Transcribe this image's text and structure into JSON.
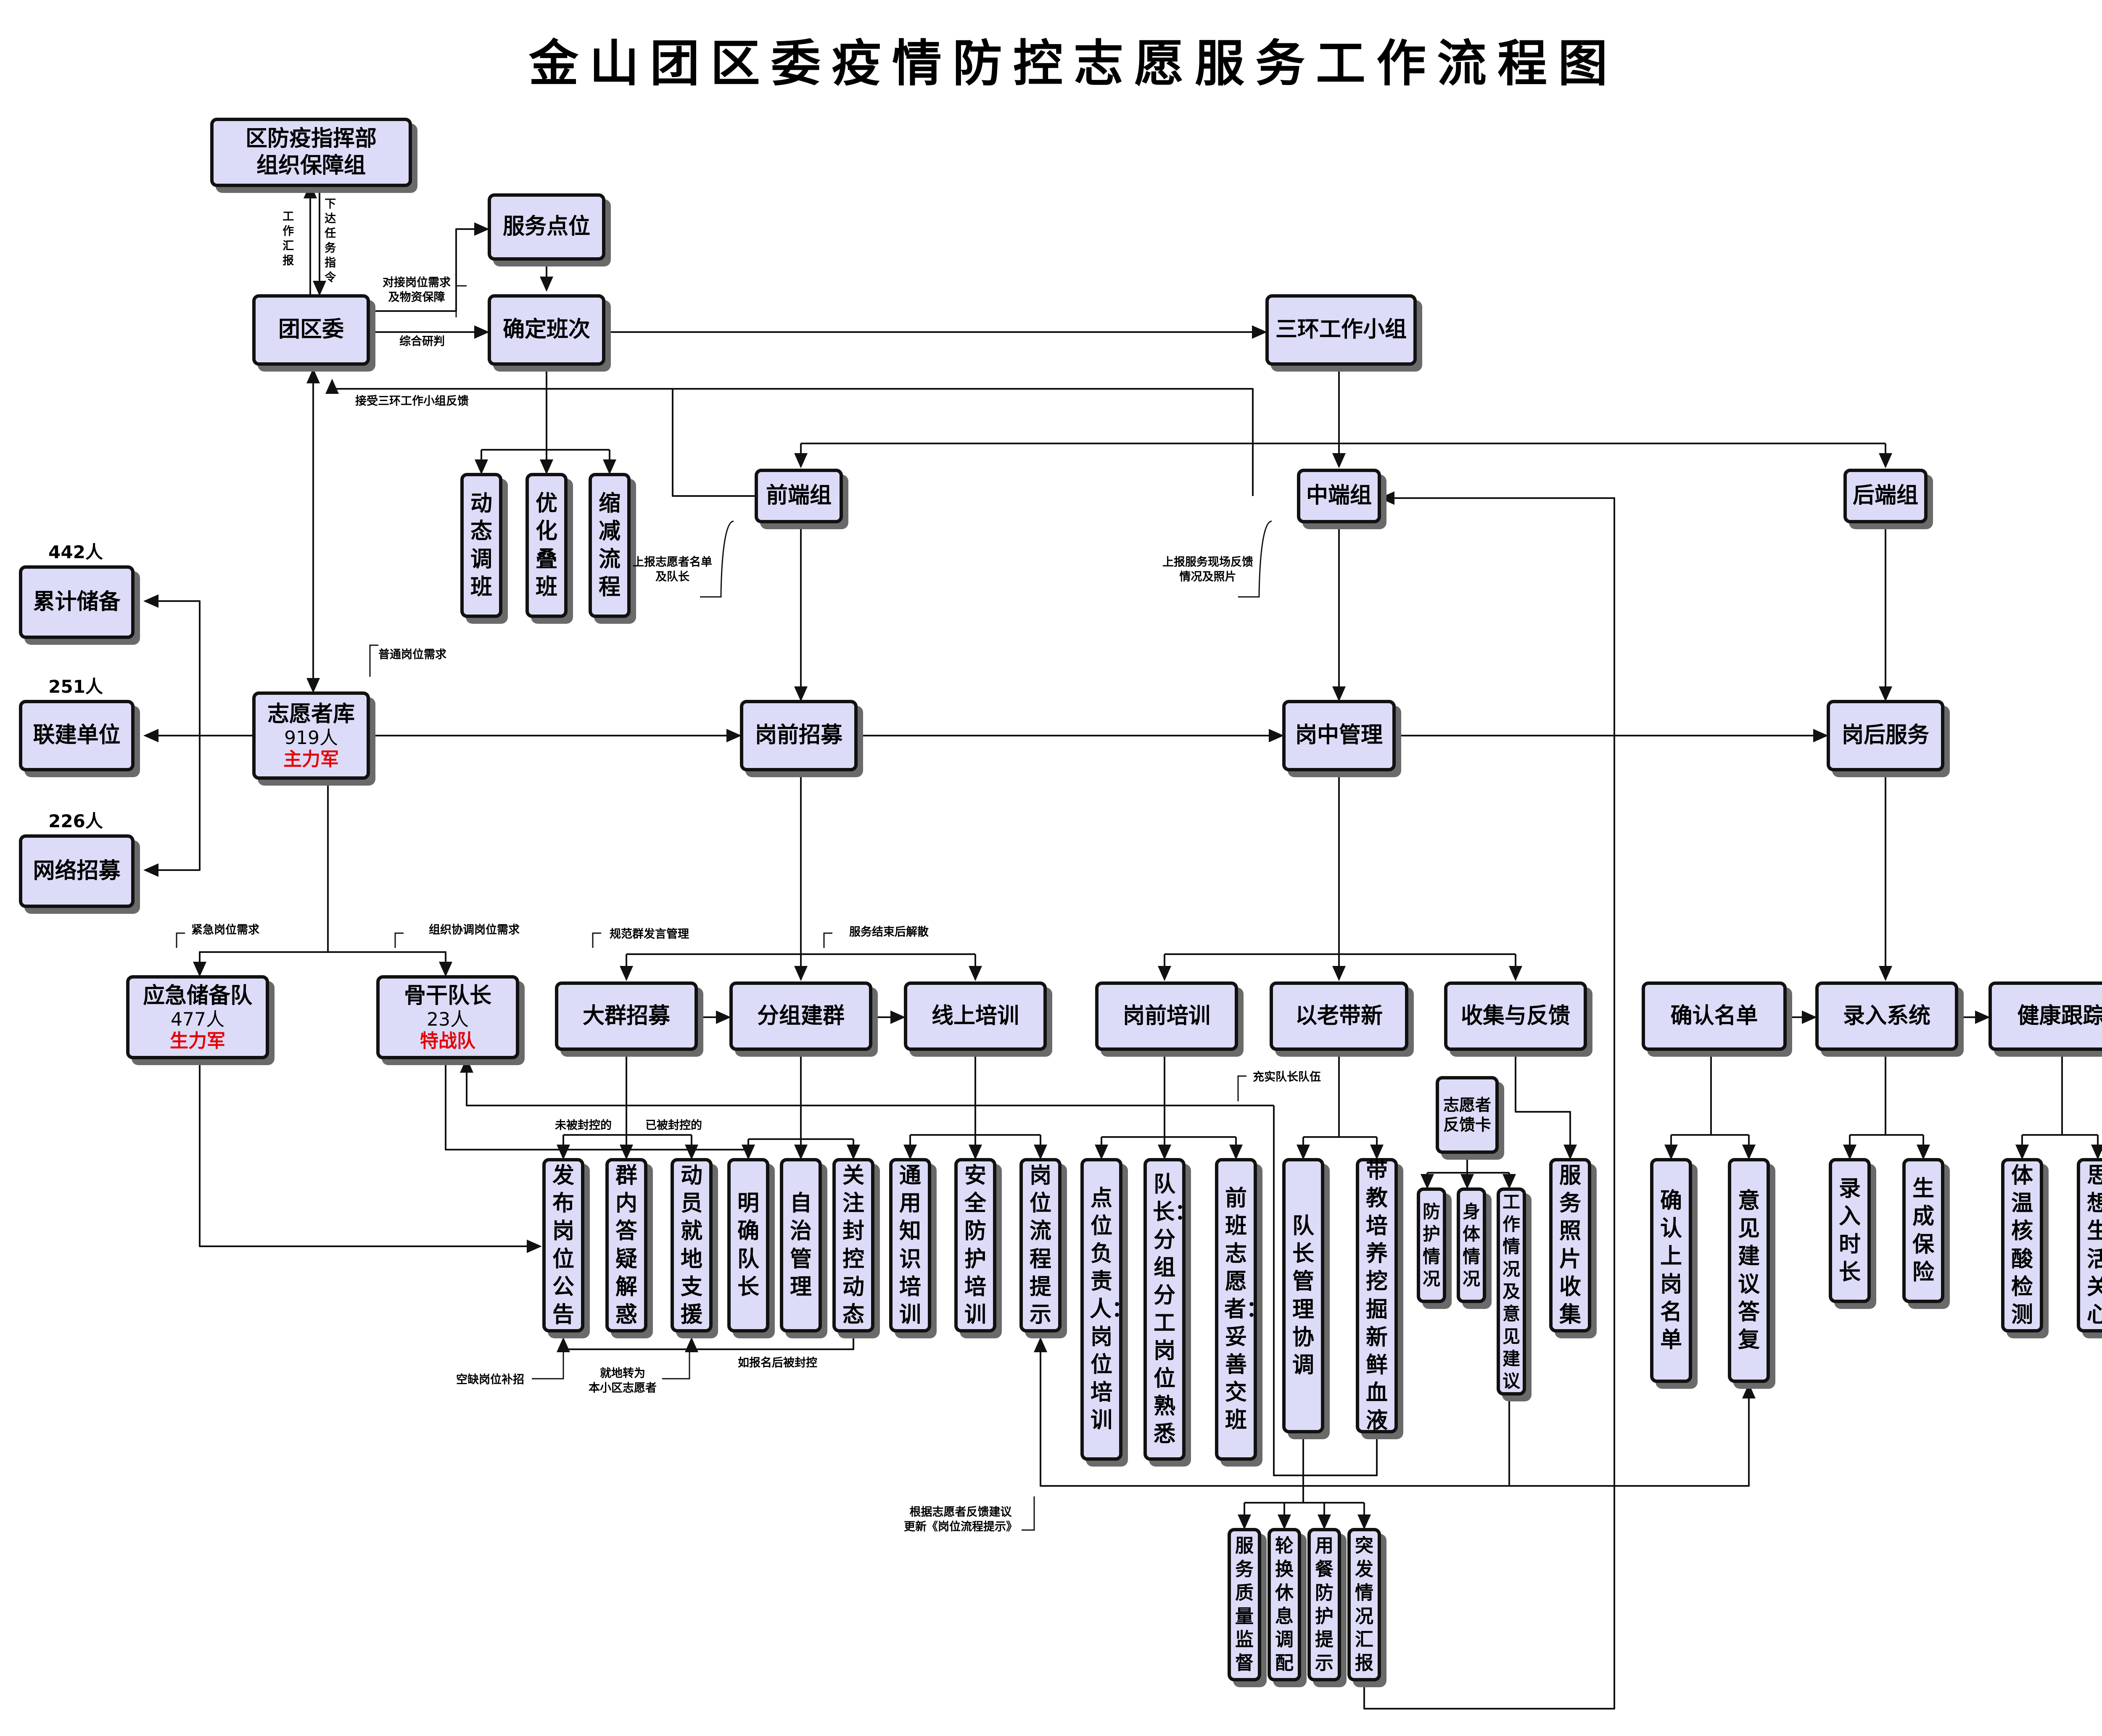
{
  "title": "金山团区委疫情防控志愿服务工作流程图",
  "nodes": {
    "hq": "区防疫指挥部\n组织保障组",
    "tuanqu": "团区委",
    "service_points": "服务点位",
    "shifts": "确定班次",
    "sanhuan": "三环工作小组",
    "dynamic": "动态调班",
    "optimize": "优化叠班",
    "reduce": "缩减流程",
    "front": "前端组",
    "middle": "中端组",
    "back": "后端组",
    "accum": "累计储备",
    "accum_count": "442人",
    "partner": "联建单位",
    "partner_count": "251人",
    "online": "网络招募",
    "online_count": "226人",
    "pool": "志愿者库",
    "pool_count": "919人",
    "pool_tag": "主力军",
    "recruit_pre": "岗前招募",
    "mid_manage": "岗中管理",
    "post_service": "岗后服务",
    "emergency": "应急储备队",
    "emergency_count": "477人",
    "emergency_tag": "生力军",
    "captains": "骨干队长",
    "captains_count": "23人",
    "captains_tag": "特战队",
    "mass": "大群招募",
    "group": "分组建群",
    "online_train": "线上培训",
    "pre_train": "岗前培训",
    "mentor": "以老带新",
    "collect": "收集与反馈",
    "confirm": "确认名单",
    "enter": "录入系统",
    "health": "健康跟踪",
    "post_notice": "发布岗位公告",
    "qa": "群内答疑解惑",
    "mobilize": "动员就地支援",
    "captain_clear": "明确队长",
    "autonomy": "自治管理",
    "lockdown": "关注封控动态",
    "general_train": "通用知识培训",
    "safety_train": "安全防护培训",
    "process_tips": "岗位流程提示",
    "point_head": "点位负责人：岗位培训",
    "team_lead": "队长：分组分工岗位熟悉",
    "prev_shift": "前班志愿者：妥善交班",
    "captain_coord": "队长管理协调",
    "mentor_new": "带教培养挖掘新鲜血液",
    "feedback_card": "志愿者\n反馈卡",
    "protect": "防护情况",
    "body": "身体情况",
    "work_opinion": "工作情况及意见建议",
    "photos": "服务照片收集",
    "confirm_list": "确认上岗名单",
    "reply": "意见建议答复",
    "hours": "录入时长",
    "insurance": "生成保险",
    "temp": "体温核酸检测",
    "care": "思想生活关心",
    "quality": "服务质量监督",
    "rotation": "轮换休息调配",
    "meal": "用餐防护提示",
    "emergency_report": "突发情况汇报"
  },
  "labels": {
    "work_report": "工作汇报",
    "assign_task": "下达任务指令",
    "dock": "对接岗位需求\n及物资保障",
    "research": "综合研判",
    "accept_feedback": "接受三环工作小组反馈",
    "report_list": "上报志愿者名单\n及队长",
    "report_site": "上报服务现场反馈\n情况及照片",
    "general_demand": "普通岗位需求",
    "urgent_demand": "紧急岗位需求",
    "coord_demand": "组织协调岗位需求",
    "group_rules": "规范群发言管理",
    "disband": "服务结束后解散",
    "reinforce": "充实队长队伍",
    "not_locked": "未被封控的",
    "locked": "已被封控的",
    "vacancy": "空缺岗位补招",
    "convert": "就地转为\n本小区志愿者",
    "if_locked": "如报名后被封控",
    "update_tips": "根据志愿者反馈建议\n更新《岗位流程提示》"
  }
}
